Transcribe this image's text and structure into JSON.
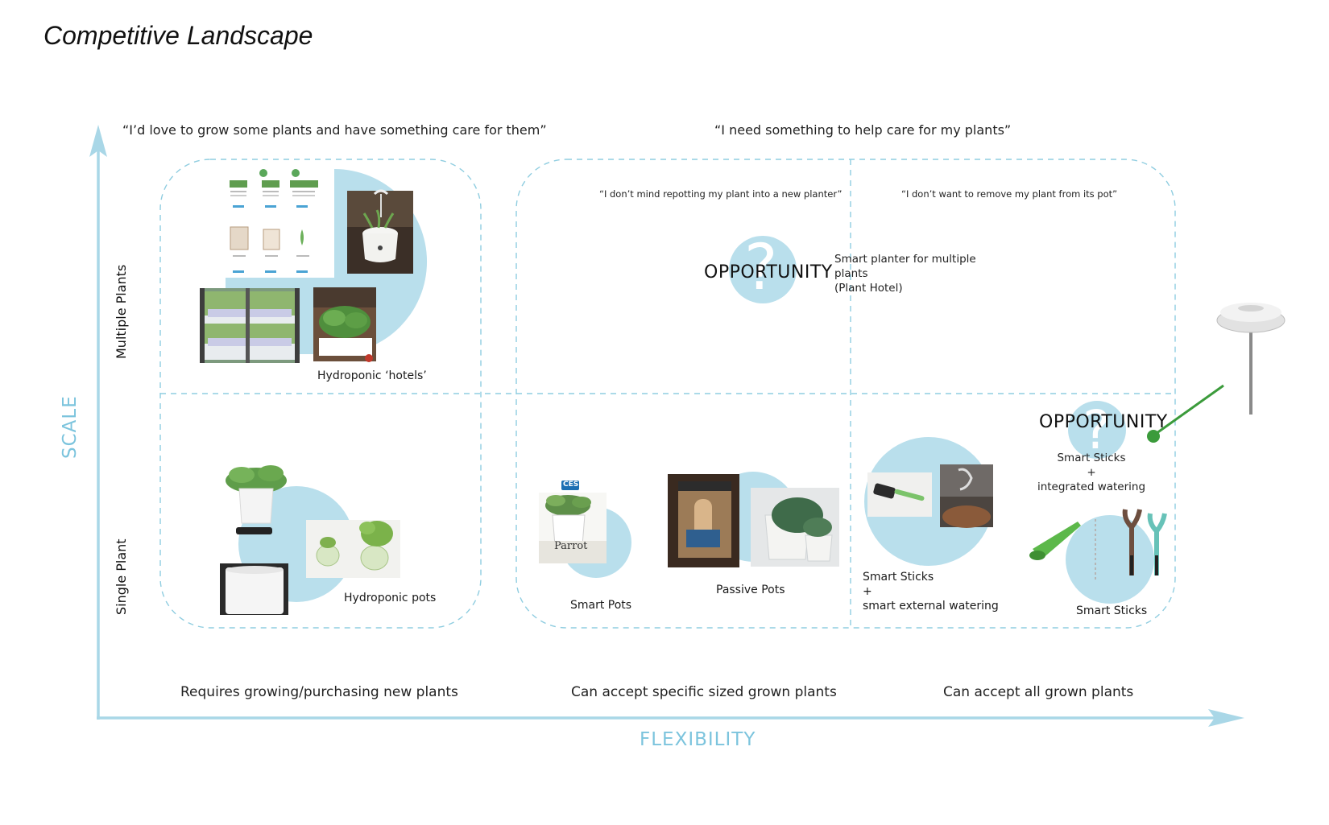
{
  "title": "Competitive Landscape",
  "axes": {
    "y_label": "SCALE",
    "x_label": "FLEXIBILITY",
    "rows": [
      "Multiple Plants",
      "Single Plant"
    ],
    "columns": [
      "Requires growing/purchasing new plants",
      "Can accept specific sized grown plants",
      "Can accept all grown plants"
    ]
  },
  "quotes": {
    "left": "“I’d love to grow some plants and have something care for them”",
    "right": "“I need something to help care for my plants”",
    "sub_left": "“I don’t mind repotting my plant into a new planter”",
    "sub_right": "“I don’t want to remove my plant from its pot”"
  },
  "opportunities": [
    {
      "label": "OPPORTUNITY",
      "mark": "?",
      "description": "Smart planter for multiple\nplants\n(Plant Hotel)"
    },
    {
      "label": "OPPORTUNITY",
      "mark": "?",
      "description": "Smart Sticks\n+\nintegrated watering"
    }
  ],
  "products": {
    "hydroponic_hotels": "Hydroponic ‘hotels’",
    "hydroponic_pots": "Hydroponic pots",
    "smart_pots": "Smart Pots",
    "passive_pots": "Passive Pots",
    "smart_sticks_external": "Smart Sticks\n+\nsmart external watering",
    "smart_sticks": "Smart Sticks",
    "parrot_pot_label": "Parrot",
    "ces_badge": "CES"
  },
  "colors": {
    "accent_blue": "#b9dfec",
    "axis_blue": "#a9d7e7",
    "dash_blue": "#8fcde0",
    "green_pointer": "#3b9b3b"
  }
}
